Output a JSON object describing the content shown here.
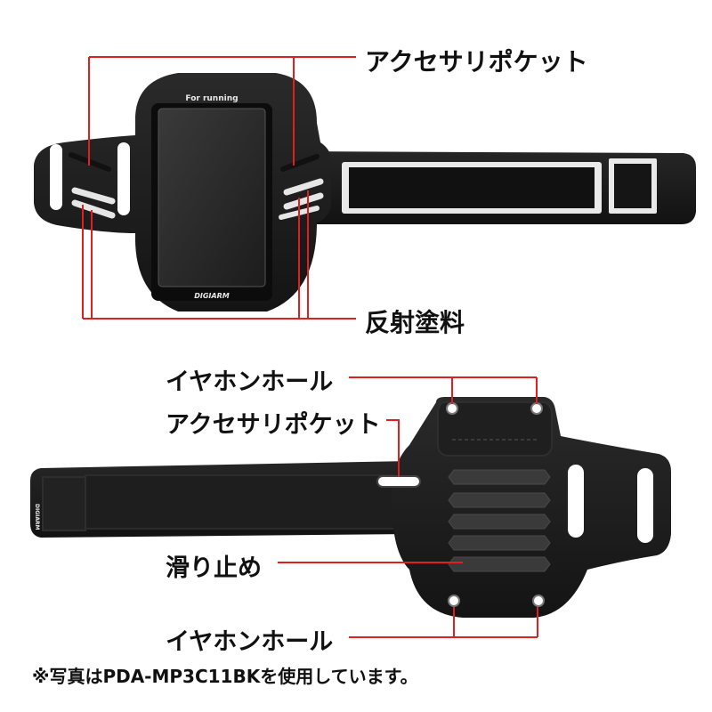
{
  "product_photo_labels": {
    "top": {
      "accessory_pocket": "アクセサリポケット",
      "reflective_coating": "反射塗料",
      "printed_for_running": "For running",
      "printed_brand": "DIGIARM"
    },
    "bottom": {
      "earphone_hole_top": "イヤホンホール",
      "accessory_pocket": "アクセサリポケット",
      "anti_slip": "滑り止め",
      "earphone_hole_bottom": "イヤホンホール",
      "printed_brand": "DIGIARM"
    },
    "footnote": "※写真はPDA-MP3C11BKを使用しています。"
  },
  "colors": {
    "leader_line": "#e0201e",
    "band_black": "#1a1a1a",
    "reflective": "#e6e6e6"
  }
}
